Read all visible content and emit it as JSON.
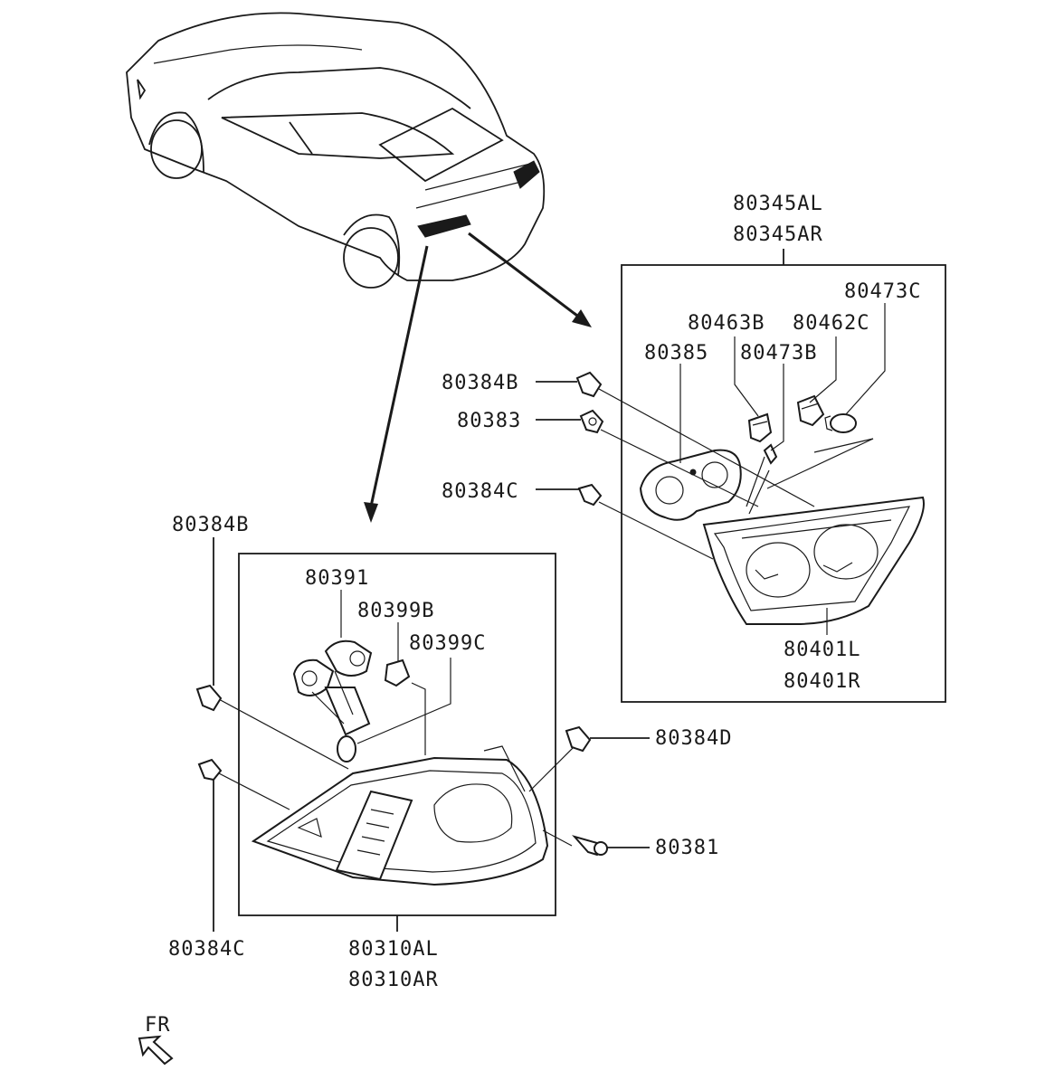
{
  "labels": {
    "assy_inner_l": "80345AL",
    "assy_inner_r": "80345AR",
    "p80473C": "80473C",
    "p80463B": "80463B",
    "p80462C": "80462C",
    "p80385": "80385",
    "p80473B": "80473B",
    "p80384B_top": "80384B",
    "p80383": "80383",
    "p80384C_top": "80384C",
    "p80401L": "80401L",
    "p80401R": "80401R",
    "p80384B_left": "80384B",
    "p80391": "80391",
    "p80399B": "80399B",
    "p80399C": "80399C",
    "p80384D": "80384D",
    "p80381": "80381",
    "p80384C_bottom": "80384C",
    "assy_outer_l": "80310AL",
    "assy_outer_r": "80310AR",
    "front": "FR"
  }
}
